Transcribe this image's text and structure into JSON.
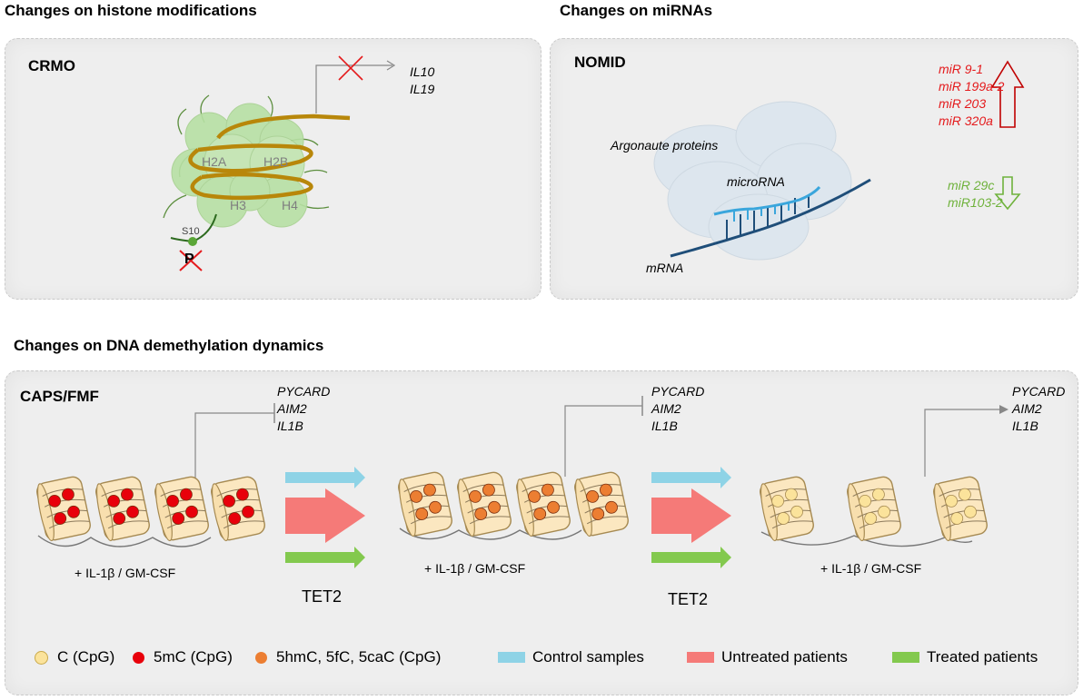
{
  "headings": {
    "histone": "Changes on histone modifications",
    "mirna": "Changes on miRNAs",
    "dna": "Changes on DNA demethylation dynamics"
  },
  "histone_panel": {
    "title": "CRMO",
    "genes": [
      "IL10",
      "IL19"
    ],
    "histones": [
      "H2A",
      "H2B",
      "H3",
      "H4"
    ],
    "site": "S10",
    "phospho": "P"
  },
  "mirna_panel": {
    "title": "NOMID",
    "argonaute": "Argonaute proteins",
    "microrna": "microRNA",
    "mrna": "mRNA",
    "up": [
      "miR 9-1",
      "miR 199a-2",
      "miR 203",
      "miR 320a"
    ],
    "down": [
      "miR  29c",
      "miR103-2"
    ]
  },
  "dna_panel": {
    "title": "CAPS/FMF",
    "genes": [
      "PYCARD",
      "AIM2",
      "IL1B"
    ],
    "stimulus": "+ IL-1β / GM-CSF",
    "enzyme": "TET2"
  },
  "legend": {
    "c": "C (CpG)",
    "mc": "5mC (CpG)",
    "hmc": "5hmC, 5fC, 5caC (CpG)",
    "control": "Control samples",
    "untreated": "Untreated patients",
    "treated": "Treated patients"
  },
  "colors": {
    "c": "#fbe39b",
    "mc": "#e8000b",
    "hmc": "#ec7e32",
    "control": "#8ed3e6",
    "untreated": "#f57a78",
    "treated": "#83c94e",
    "mir_up": "#e41a1c",
    "mir_down": "#6fb23c"
  }
}
